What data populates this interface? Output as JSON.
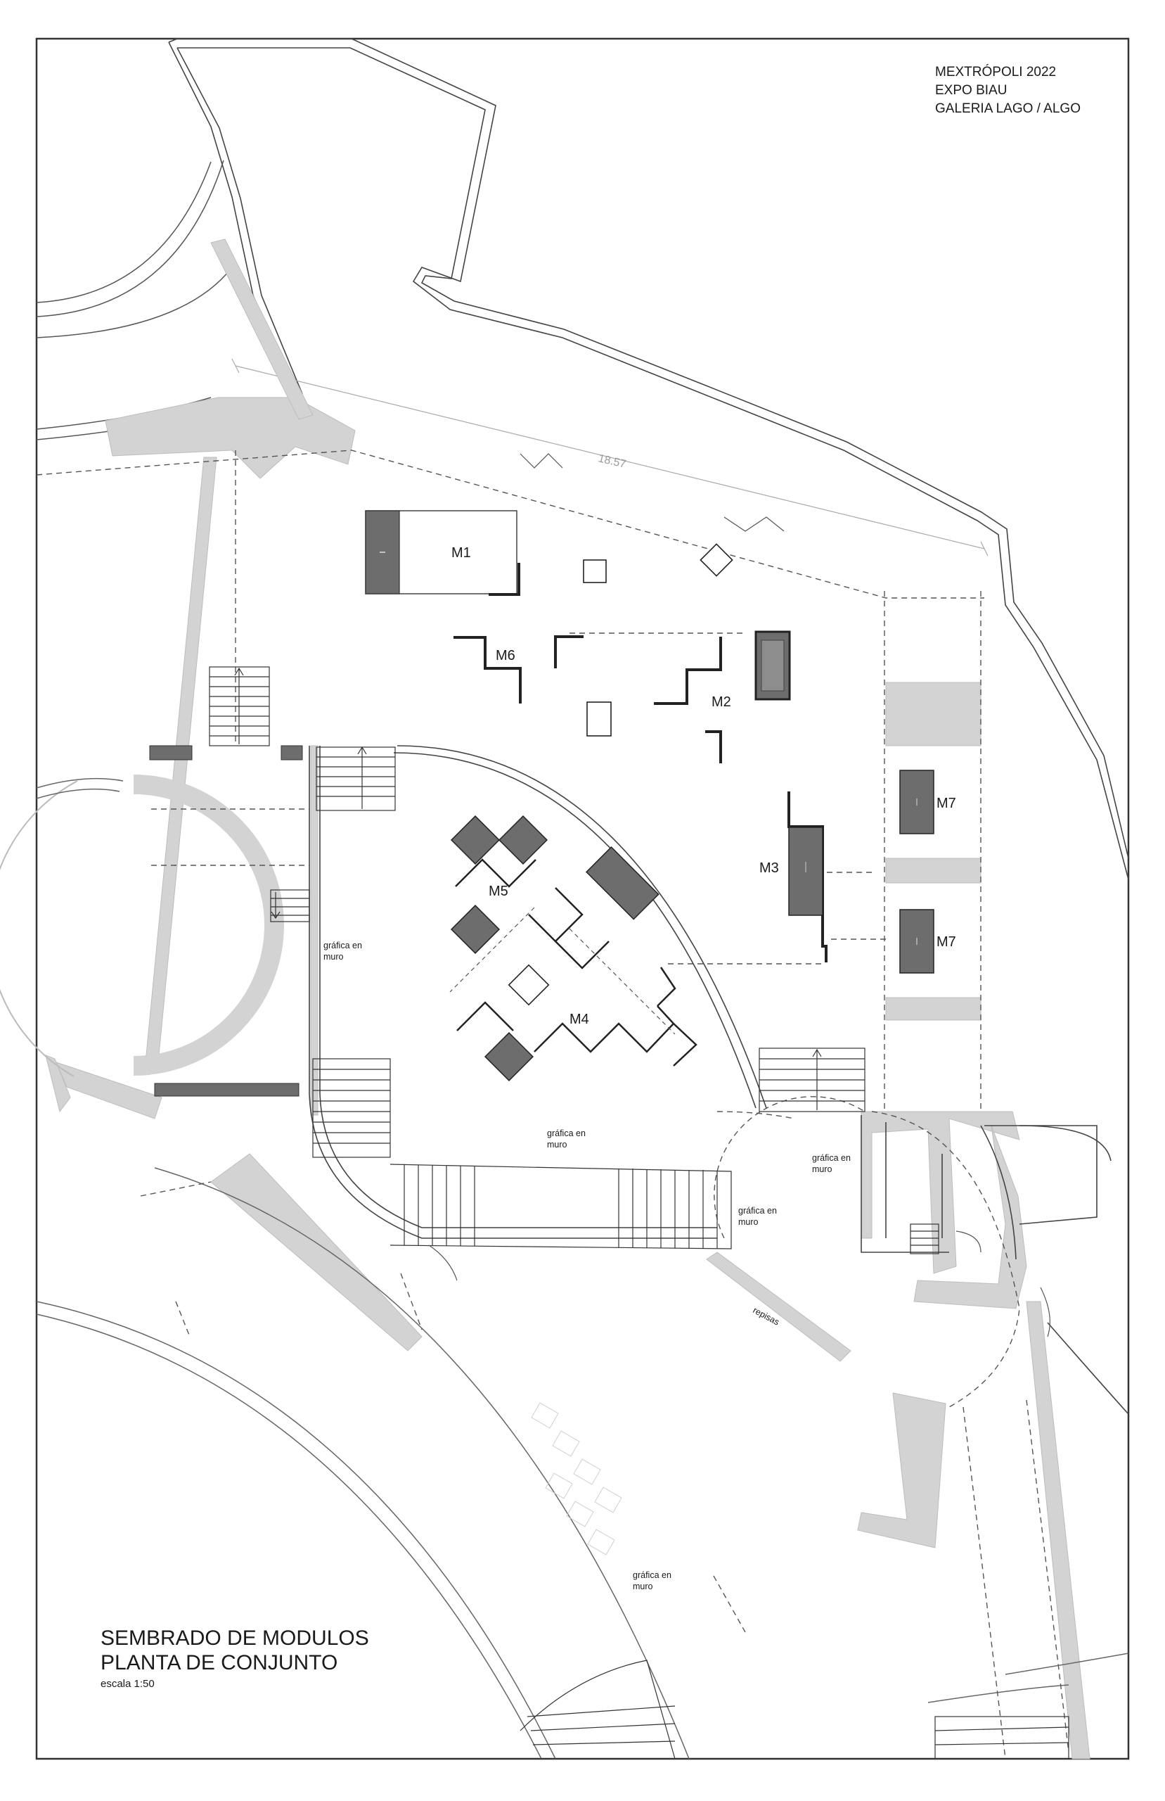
{
  "header": {
    "line1": "MEXTRÓPOLI 2022",
    "line2": "EXPO BIAU",
    "line3": "GALERIA LAGO / ALGO"
  },
  "title": {
    "line1": "SEMBRADO DE MODULOS",
    "line2": "PLANTA DE CONJUNTO",
    "scale": "escala 1:50"
  },
  "dimension": "18.57",
  "modules": {
    "m1": "M1",
    "m2": "M2",
    "m3": "M3",
    "m4": "M4",
    "m5": "M5",
    "m6": "M6",
    "m7a": "M7",
    "m7b": "M7"
  },
  "notes": {
    "grafica1_a": "gráfica en",
    "grafica1_b": "muro",
    "grafica2_a": "gráfica en",
    "grafica2_b": "muro",
    "grafica3_a": "gráfica en",
    "grafica3_b": "muro",
    "grafica4_a": "gráfica en",
    "grafica4_b": "muro",
    "grafica5_a": "gráfica en",
    "grafica5_b": "muro",
    "repisas": "repisas"
  },
  "colors": {
    "module_fill": "#6d6d6d",
    "wall_fill": "#d3d3d3",
    "line": "#333333"
  }
}
